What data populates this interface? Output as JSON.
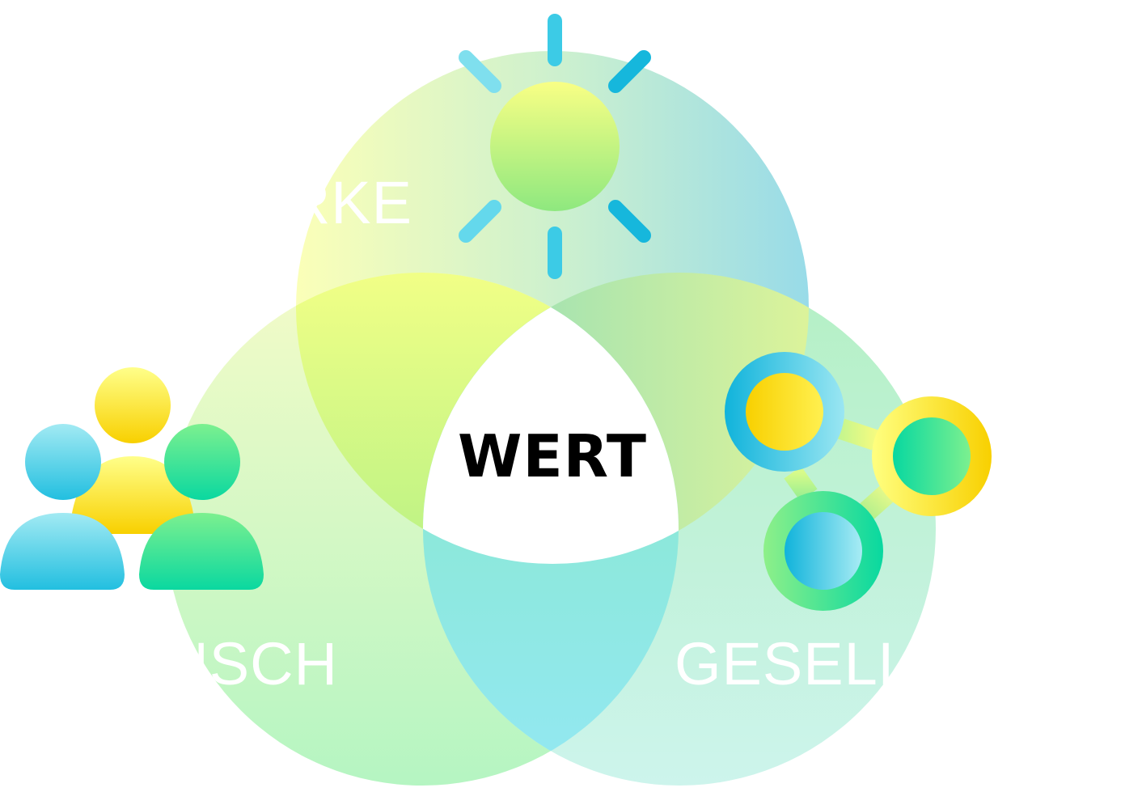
{
  "diagram": {
    "type": "venn",
    "center_label": "WERT",
    "sets": [
      {
        "label": "RKE",
        "icon": "sun-icon"
      },
      {
        "label": "NSCH",
        "icon": "people-icon"
      },
      {
        "label": "GESELL",
        "icon": "network-icon"
      }
    ]
  },
  "colors": {
    "yellow": "#f9f871",
    "green": "#8ee87f",
    "teal": "#10d8a0",
    "cyan": "#16b7dc",
    "light_cyan": "#8fe3f0",
    "gold": "#f8d000"
  }
}
